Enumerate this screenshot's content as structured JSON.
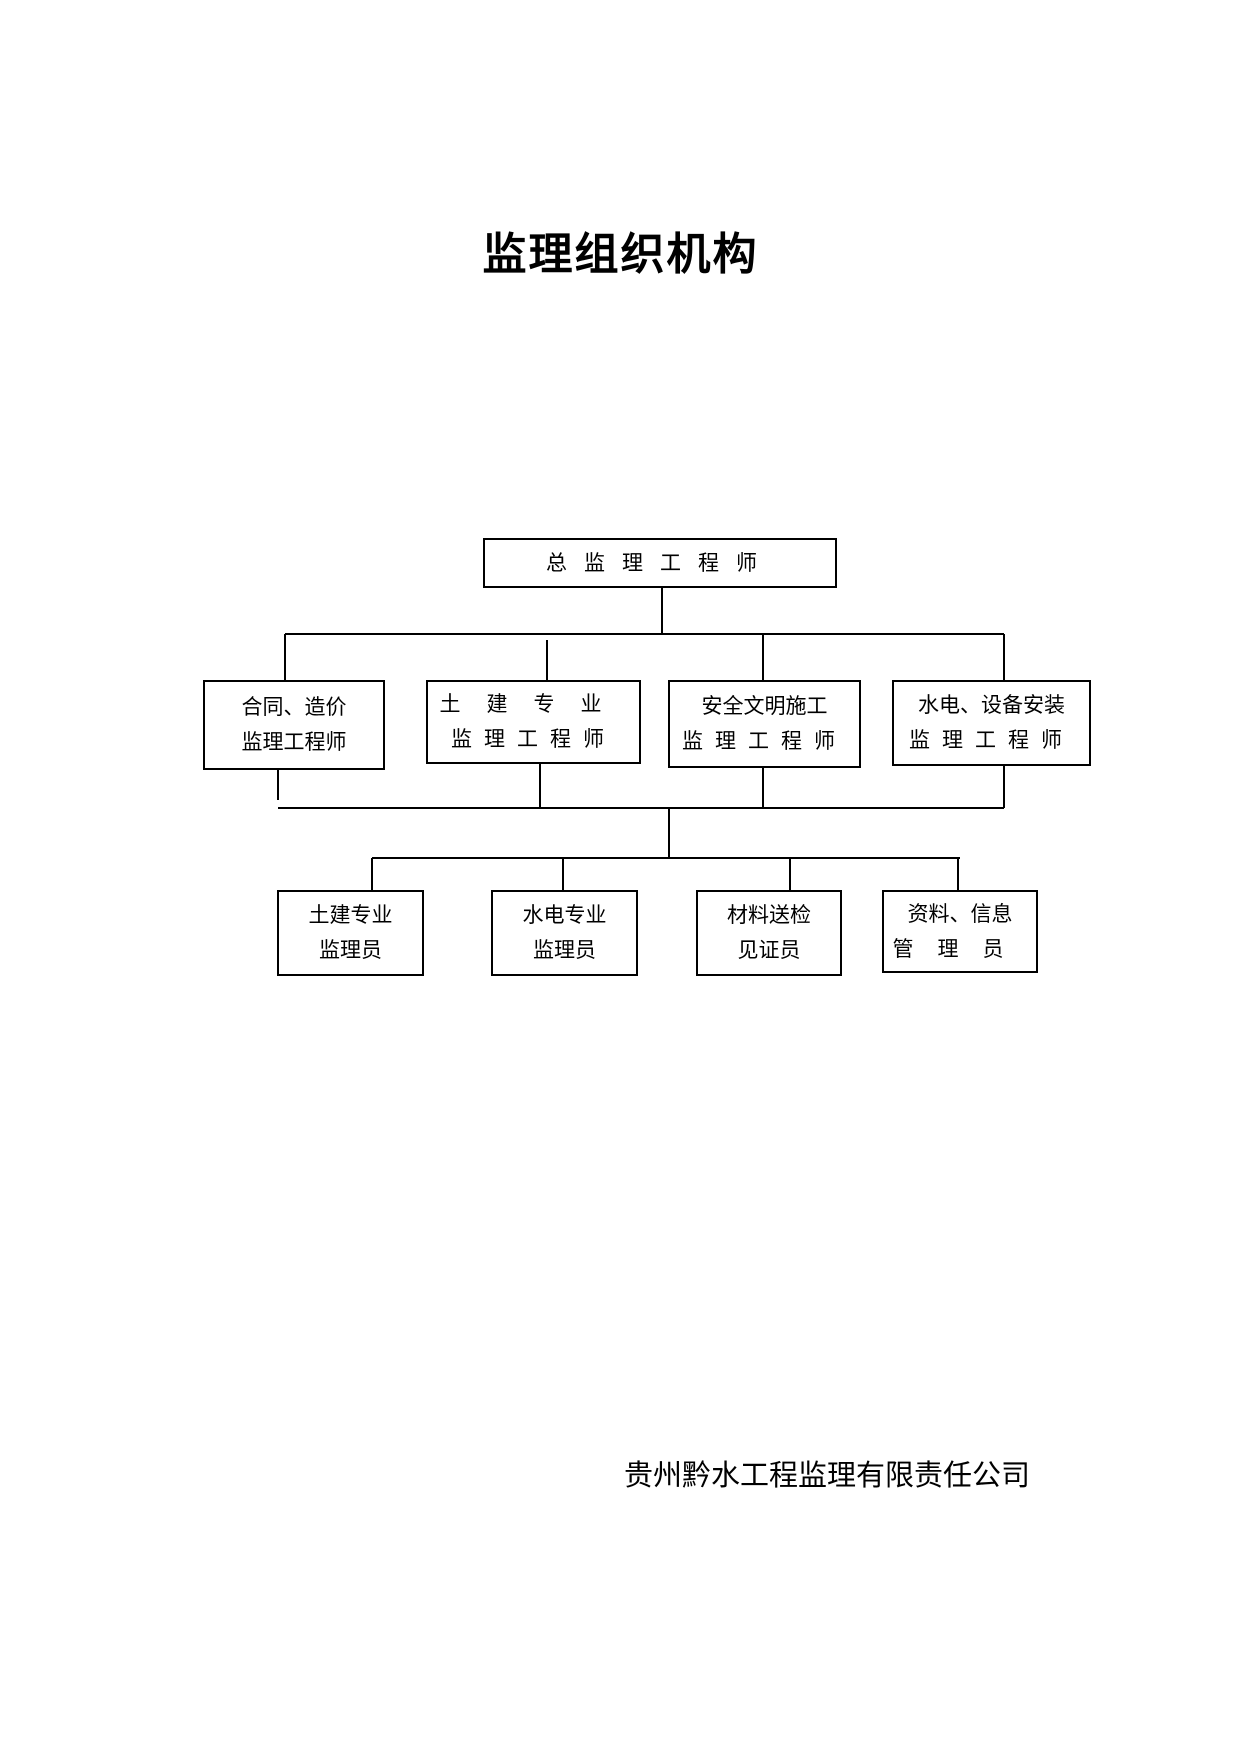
{
  "title": "监理组织机构",
  "chief": {
    "label": "总监理工程师"
  },
  "engineers": [
    {
      "line1": "合同、造价",
      "line2": "监理工程师"
    },
    {
      "line1": "土建专业",
      "line2": "监理工程师"
    },
    {
      "line1": "安全文明施工",
      "line2": "监理工程师"
    },
    {
      "line1": "水电、设备安装",
      "line2": "监理工程师"
    }
  ],
  "staff": [
    {
      "line1": "土建专业",
      "line2": "监理员"
    },
    {
      "line1": "水电专业",
      "line2": "监理员"
    },
    {
      "line1": "材料送检",
      "line2": "见证员"
    },
    {
      "line1": "资料、信息",
      "line2": "管理员"
    }
  ],
  "company": "贵州黔水工程监理有限责任公司"
}
